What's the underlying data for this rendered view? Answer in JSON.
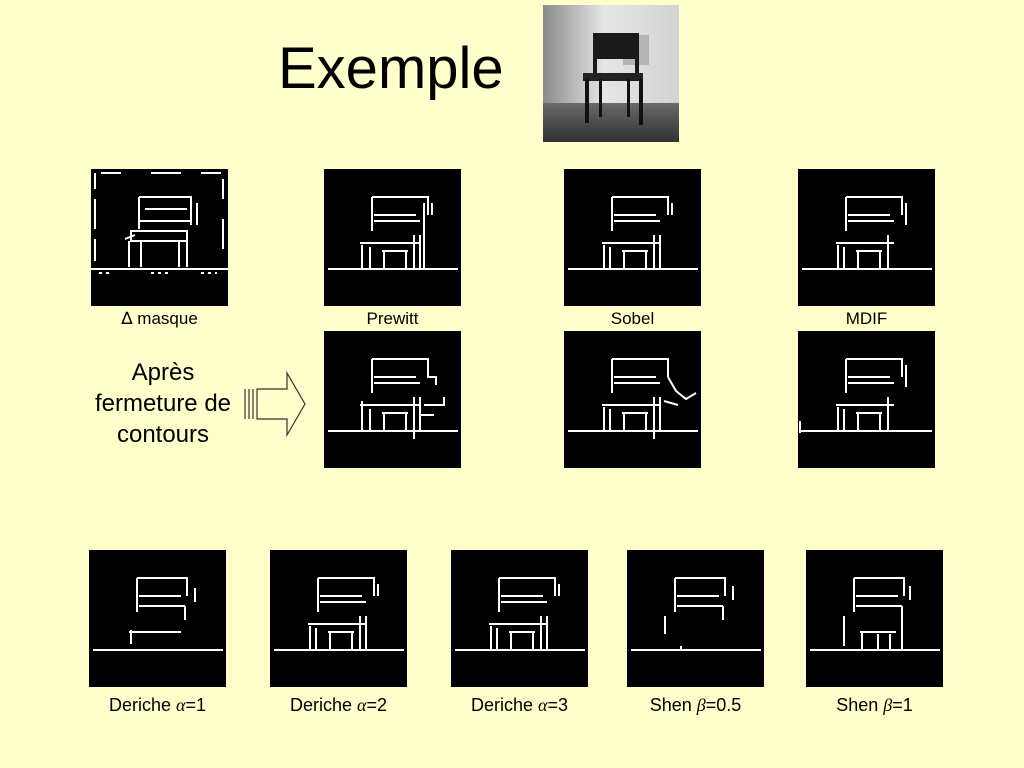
{
  "slide": {
    "title": "Exemple",
    "side_note": [
      "Après",
      "fermeture de",
      "contours"
    ],
    "row1": [
      {
        "symbol": "∆",
        "label": " masque"
      },
      {
        "label": "Prewitt"
      },
      {
        "label": "Sobel"
      },
      {
        "label": "MDIF"
      }
    ],
    "row3": [
      {
        "name": "Deriche ",
        "greek": "α",
        "value": "=1"
      },
      {
        "name": "Deriche ",
        "greek": "α",
        "value": "=2"
      },
      {
        "name": "Deriche ",
        "greek": "α",
        "value": "=3"
      },
      {
        "name": "Shen ",
        "greek": "β",
        "value": "=0.5"
      },
      {
        "name": "Shen ",
        "greek": "β",
        "value": "=1"
      }
    ]
  },
  "colors": {
    "background": "#ffffcc",
    "edge_image_bg": "#000000",
    "edge_line": "#ffffff"
  }
}
